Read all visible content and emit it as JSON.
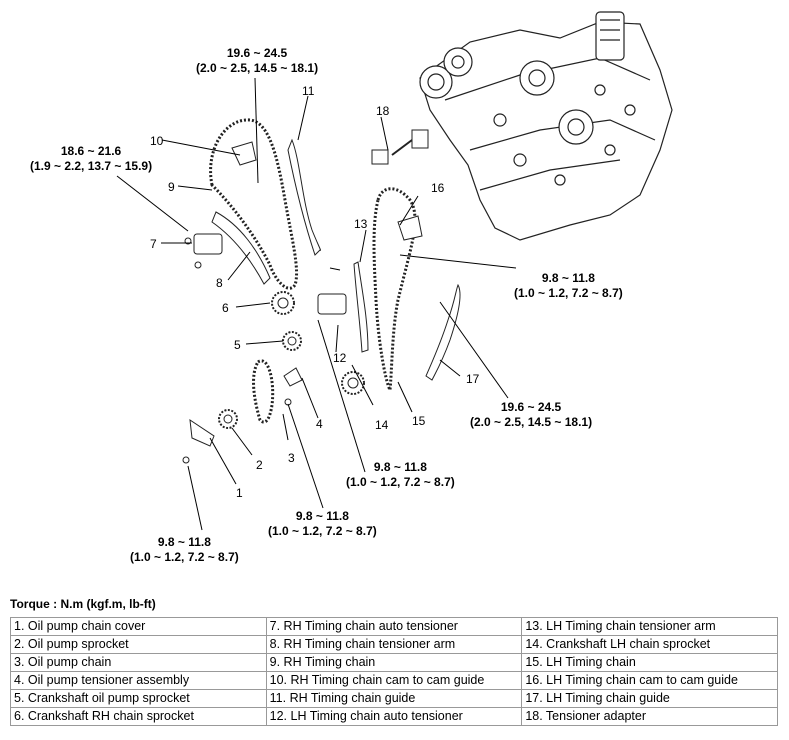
{
  "callouts": [
    {
      "num": "1"
    },
    {
      "num": "2"
    },
    {
      "num": "3"
    },
    {
      "num": "4"
    },
    {
      "num": "5"
    },
    {
      "num": "6"
    },
    {
      "num": "7"
    },
    {
      "num": "8"
    },
    {
      "num": "9"
    },
    {
      "num": "10"
    },
    {
      "num": "11"
    },
    {
      "num": "12"
    },
    {
      "num": "13"
    },
    {
      "num": "14"
    },
    {
      "num": "15"
    },
    {
      "num": "16"
    },
    {
      "num": "17"
    },
    {
      "num": "18"
    }
  ],
  "torques": [
    {
      "line1": "19.6 ~ 24.5",
      "line2": "(2.0 ~ 2.5, 14.5 ~ 18.1)"
    },
    {
      "line1": "18.6 ~ 21.6",
      "line2": "(1.9 ~ 2.2, 13.7 ~ 15.9)"
    },
    {
      "line1": "9.8 ~ 11.8",
      "line2": "(1.0 ~ 1.2, 7.2 ~ 8.7)"
    },
    {
      "line1": "19.6 ~ 24.5",
      "line2": "(2.0 ~ 2.5, 14.5 ~ 18.1)"
    },
    {
      "line1": "9.8 ~ 11.8",
      "line2": "(1.0 ~ 1.2, 7.2 ~ 8.7)"
    },
    {
      "line1": "9.8 ~ 11.8",
      "line2": "(1.0 ~ 1.2, 7.2 ~ 8.7)"
    },
    {
      "line1": "9.8 ~ 11.8",
      "line2": "(1.0 ~ 1.2, 7.2 ~ 8.7)"
    }
  ],
  "torque_title": "Torque : N.m (kgf.m, lb-ft)",
  "legend_rows": [
    [
      "1. Oil pump chain cover",
      "7. RH Timing chain auto tensioner",
      "13. LH Timing chain tensioner arm"
    ],
    [
      "2. Oil pump sprocket",
      "8. RH Timing chain tensioner arm",
      "14. Crankshaft LH chain sprocket"
    ],
    [
      "3. Oil pump chain",
      "9. RH Timing chain",
      "15. LH Timing chain"
    ],
    [
      "4. Oil pump tensioner assembly",
      "10. RH Timing chain cam to cam guide",
      "16. LH Timing chain cam to cam guide"
    ],
    [
      "5. Crankshaft oil pump sprocket",
      "11. RH Timing chain guide",
      "17. LH Timing chain guide"
    ],
    [
      "6. Crankshaft RH chain sprocket",
      "12. LH Timing chain auto tensioner",
      "18. Tensioner adapter"
    ]
  ]
}
